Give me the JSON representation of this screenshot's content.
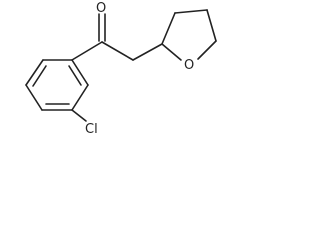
{
  "molecule": {
    "atoms": {
      "carbonyl_oxygen": "O",
      "ring_oxygen": "O",
      "chlorine": "Cl"
    },
    "colors": {
      "bond": "#222222",
      "label": "#222222",
      "background": "#ffffff"
    }
  }
}
